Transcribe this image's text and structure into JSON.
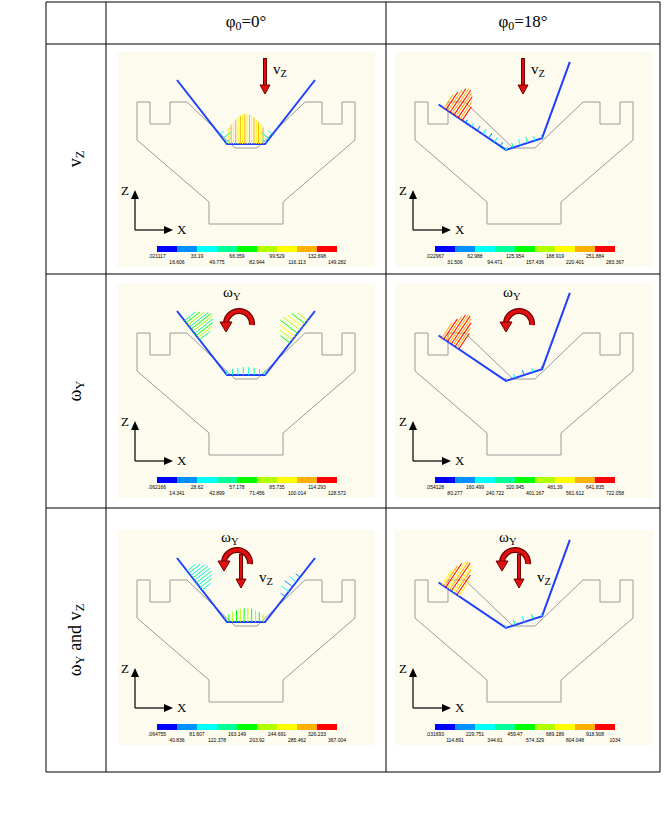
{
  "diagram": {
    "labels": [
      "φ0=0°",
      "φ0=18°",
      "vZ",
      "ωY",
      "ωY and vZ",
      "vZ",
      "Z",
      "X",
      ".021117",
      "16.606",
      "33.19",
      "49.775",
      "66.359",
      "82.944",
      "99.529",
      "116.113",
      "132.698",
      "149.282",
      "vZ",
      "Z",
      "X",
      ".022967",
      "31.506",
      "62.988",
      "94.471",
      "125.954",
      "157.436",
      "188.919",
      "220.401",
      "251.884",
      "283.367",
      "ωY",
      "Z",
      "X",
      ".062166",
      "14.341",
      "28.62",
      "42.899",
      "57.178",
      "71.456",
      "85.735",
      "100.014",
      "114.293",
      "128.572",
      "ωY",
      "Z",
      "X",
      ".054128",
      "80.277",
      "160.499",
      "240.722",
      "320.945",
      "401.167",
      "481.39",
      "561.612",
      "641.835",
      "722.058",
      "ωY",
      "vZ",
      "Z",
      "X",
      ".064755",
      "40.836",
      "81.607",
      "122.378",
      "163.149",
      "203.92",
      "244.691",
      "285.462",
      "326.233",
      "367.004",
      "ωY",
      "vZ",
      "Z",
      "X",
      ".031693",
      "114.891",
      "229.751",
      "344.61",
      "459.47",
      "574.329",
      "689.189",
      "804.048",
      "918.908",
      "1034"
    ]
  }
}
